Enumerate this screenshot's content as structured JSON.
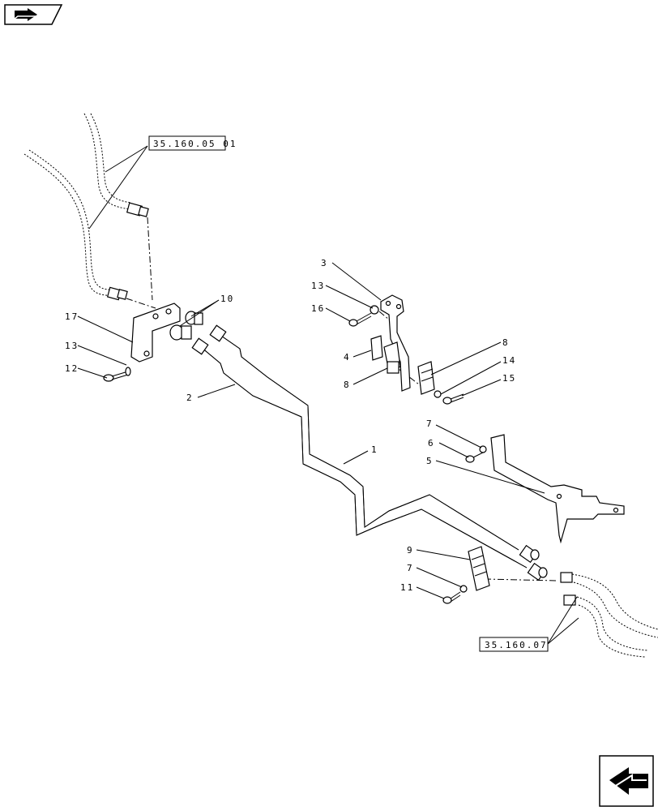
{
  "reference_boxes": {
    "top": "35.160.05 01",
    "bottom": "35.160.07"
  },
  "callouts": {
    "c1": "1",
    "c2": "2",
    "c3": "3",
    "c4": "4",
    "c5": "5",
    "c6": "6",
    "c7a": "7",
    "c7b": "7",
    "c8a": "8",
    "c8b": "8",
    "c9": "9",
    "c10": "10",
    "c11": "11",
    "c12": "12",
    "c13a": "13",
    "c13b": "13",
    "c14": "14",
    "c15": "15",
    "c16": "16",
    "c17": "17"
  },
  "icons": {
    "top_left": "book-arrow-icon",
    "bottom_right": "next-page-arrow-icon"
  }
}
